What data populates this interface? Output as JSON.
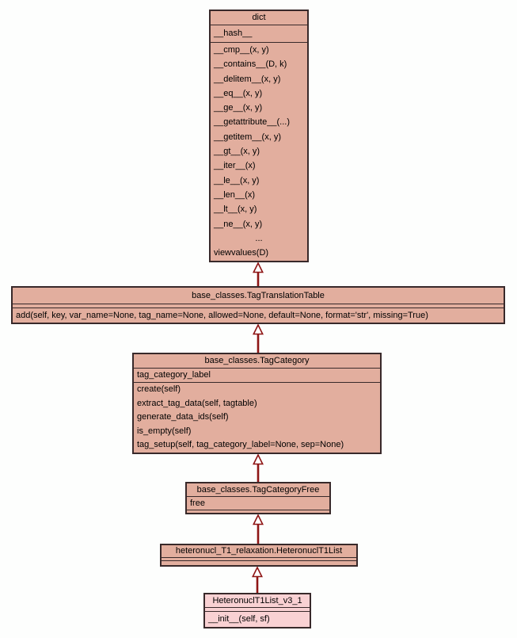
{
  "colors": {
    "background": "#fdfefd",
    "box_fill": "#e2ae9e",
    "highlight_fill": "#f9d1d3",
    "border": "#38292a",
    "arrow": "#8e1515",
    "text": "#000000"
  },
  "classes": [
    {
      "title": "dict",
      "attributes": [
        "__hash__"
      ],
      "methods": [
        "__cmp__(x, y)",
        "__contains__(D, k)",
        "__delitem__(x, y)",
        "__eq__(x, y)",
        "__ge__(x, y)",
        "__getattribute__(...)",
        "__getitem__(x, y)",
        "__gt__(x, y)",
        "__iter__(x)",
        "__le__(x, y)",
        "__len__(x)",
        "__lt__(x, y)",
        "__ne__(x, y)",
        "...",
        "viewvalues(D)"
      ]
    },
    {
      "title": "base_classes.TagTranslationTable",
      "attributes": [],
      "methods": [
        "add(self, key, var_name=None, tag_name=None, allowed=None, default=None, format='str', missing=True)"
      ]
    },
    {
      "title": "base_classes.TagCategory",
      "attributes": [
        "tag_category_label"
      ],
      "methods": [
        "create(self)",
        "extract_tag_data(self, tagtable)",
        "generate_data_ids(self)",
        "is_empty(self)",
        "tag_setup(self, tag_category_label=None, sep=None)"
      ]
    },
    {
      "title": "base_classes.TagCategoryFree",
      "attributes": [
        "free"
      ],
      "methods": []
    },
    {
      "title": "heteronucl_T1_relaxation.HeteronuclT1List",
      "attributes": [],
      "methods": []
    },
    {
      "title": "HeteronuclT1List_v3_1",
      "attributes": [],
      "methods": [
        "__init__(self, sf)"
      ]
    }
  ]
}
